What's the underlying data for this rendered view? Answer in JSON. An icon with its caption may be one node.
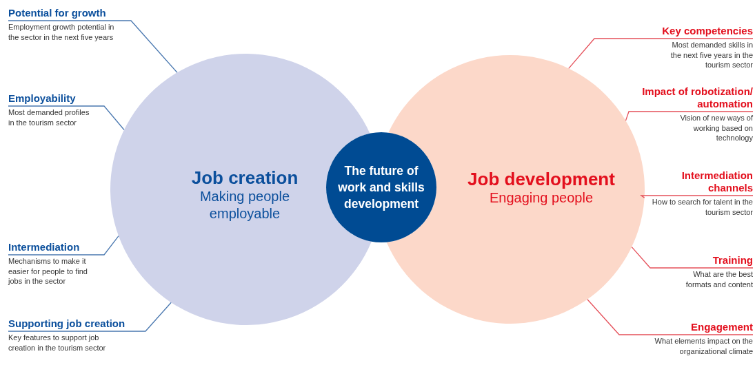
{
  "diagram": {
    "nodes": [
      {
        "text": [
          "Job creation",
          "Making people employable"
        ]
      },
      {
        "text": [
          "Job development",
          "Engaging people"
        ]
      },
      {
        "text": [
          "The future of work and skills development"
        ]
      },
      {
        "text": [
          "Potential for growth",
          "Employment growth potential in the sector in the next five years"
        ]
      },
      {
        "text": [
          "Employability",
          "Most demanded profiles in the tourism sector"
        ]
      },
      {
        "text": [
          "Intermediation",
          "Mechanisms to make it easier for people to find jobs in the sector"
        ]
      },
      {
        "text": [
          "Supporting job creation",
          "Key features to support job creation in the tourism sector"
        ]
      },
      {
        "text": [
          "Key competencies",
          "Most demanded skills in the next five years in the tourism sector"
        ]
      },
      {
        "text": [
          "Impact of robotization/ automation",
          "Vision of new ways of working based on technology"
        ]
      },
      {
        "text": [
          "Intermediation channels",
          "How to search for talent in the tourism sector"
        ]
      },
      {
        "text": [
          "Training",
          "What are the best formats and content"
        ]
      },
      {
        "text": [
          "Engagement",
          "What elements impact on the organizational climate"
        ]
      }
    ],
    "edges": [
      {
        "from": 3,
        "to": 0,
        "arrow": "none",
        "color": "#4a78b0"
      },
      {
        "from": 4,
        "to": 0,
        "arrow": "none",
        "color": "#4a78b0"
      },
      {
        "from": 5,
        "to": 0,
        "arrow": "none",
        "color": "#4a78b0"
      },
      {
        "from": 6,
        "to": 0,
        "arrow": "none",
        "color": "#4a78b0"
      },
      {
        "from": 7,
        "to": 1,
        "arrow": "none"
      },
      {
        "from": 8,
        "to": 1,
        "arrow": "none"
      },
      {
        "from": 9,
        "to": 1,
        "arrow": "none"
      },
      {
        "from": 10,
        "to": 1,
        "arrow": "none"
      },
      {
        "from": 11,
        "to": 1,
        "arrow": "none"
      }
    ]
  }
}
